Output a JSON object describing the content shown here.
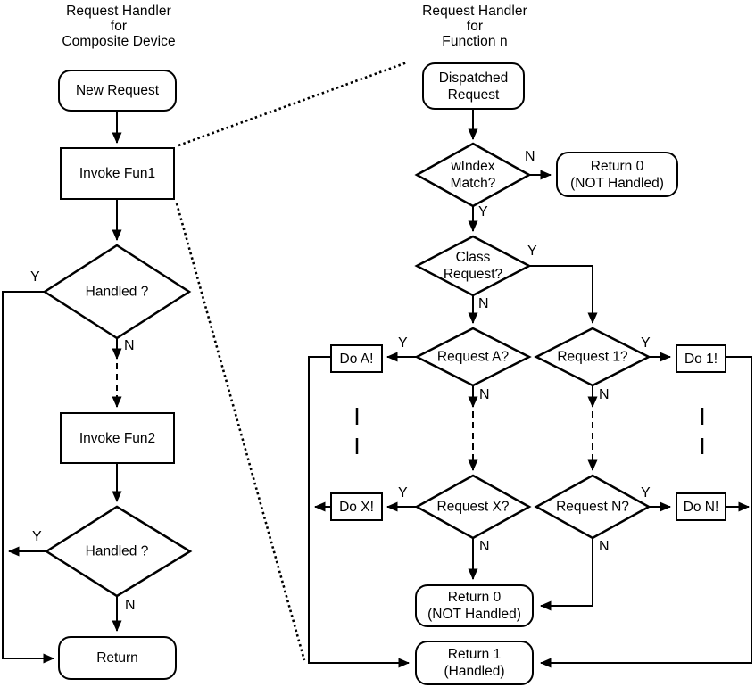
{
  "left": {
    "title": "Request Handler\nfor\nComposite Device",
    "new_request": "New Request",
    "invoke_fun1": "Invoke Fun1",
    "handled_1": "Handled ?",
    "invoke_fun2": "Invoke Fun2",
    "handled_2": "Handled ?",
    "return_node": "Return"
  },
  "right": {
    "title": "Request Handler\nfor\nFunction n",
    "dispatched_request": "Dispatched\nRequest",
    "windex_match": "wIndex\nMatch?",
    "return0_top": "Return 0\n(NOT Handled)",
    "class_request": "Class\nRequest?",
    "request_a": "Request A?",
    "do_a": "Do A!",
    "request_1": "Request 1?",
    "do_1": "Do 1!",
    "request_x": "Request X?",
    "do_x": "Do X!",
    "request_n": "Request N?",
    "do_n": "Do N!",
    "return0_bottom": "Return 0\n(NOT Handled)",
    "return1": "Return 1\n(Handled)"
  },
  "labels": {
    "yes": "Y",
    "no": "N"
  },
  "colors": {
    "line": "#000000",
    "background": "#ffffff"
  }
}
